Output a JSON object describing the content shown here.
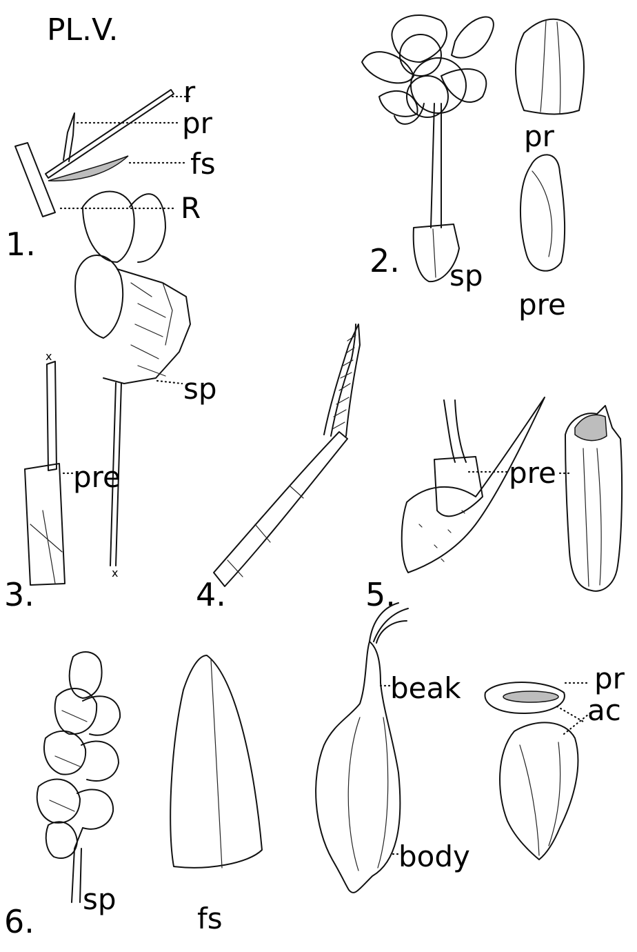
{
  "plate_title": "PL.V.",
  "figures": [
    {
      "number": "1.",
      "labels": [
        "r",
        "pr",
        "fs",
        "R"
      ]
    },
    {
      "number": "2.",
      "labels": [
        "pr",
        "sp",
        "pre"
      ]
    },
    {
      "number": "3.",
      "labels": [
        "pre",
        "sp"
      ],
      "marks": [
        "x",
        "x"
      ]
    },
    {
      "number": "4.",
      "labels": []
    },
    {
      "number": "5.",
      "labels": [
        "pre"
      ]
    },
    {
      "number": "6.",
      "labels": [
        "sp",
        "fs",
        "beak",
        "body",
        "pr",
        "ac"
      ]
    }
  ]
}
